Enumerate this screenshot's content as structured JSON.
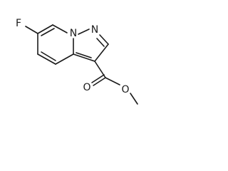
{
  "molecule": {
    "atoms": {
      "fluorine": "F",
      "ring_nitrogen_1": "N",
      "ring_nitrogen_2": "N",
      "carbonyl_oxygen": "O",
      "ester_oxygen": "O"
    }
  }
}
